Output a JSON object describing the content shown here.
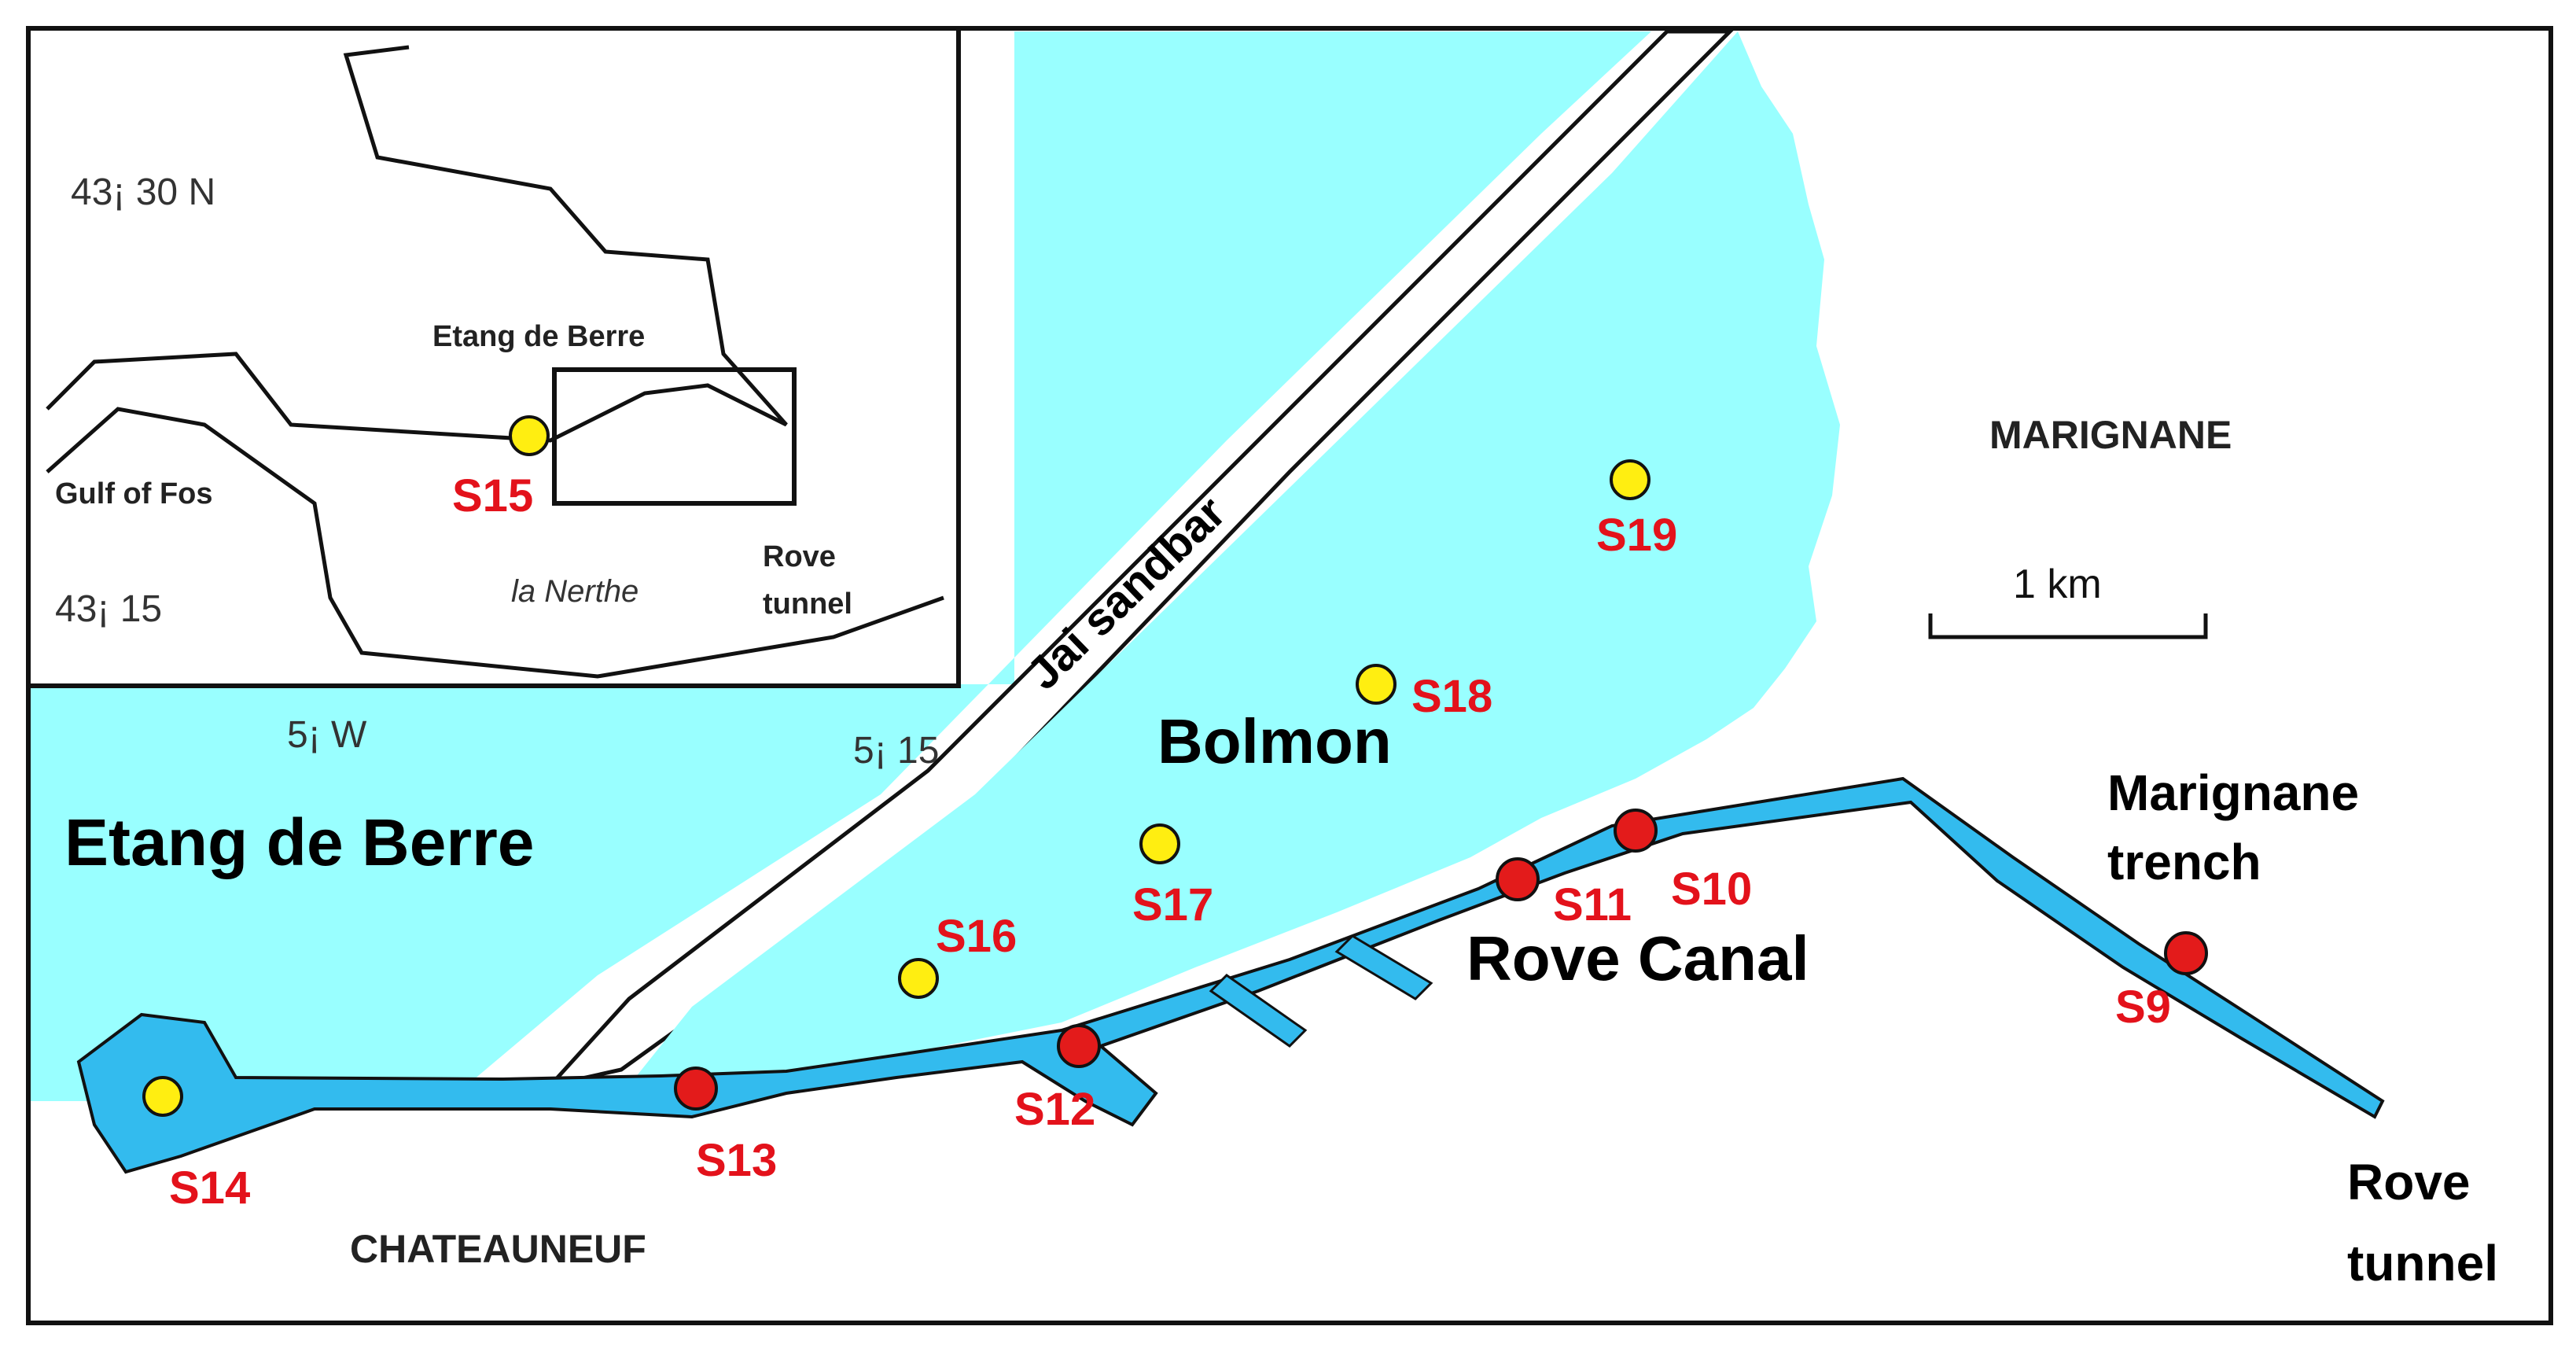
{
  "colors": {
    "water": "#99ffff",
    "canal": "#33bbee",
    "canal_dark": "#1a9ad6",
    "land": "#ffffff",
    "sample_red": "#e31b1b",
    "sample_yellow": "#ffee11",
    "label_red": "#e3121b",
    "outline": "#111111"
  },
  "labels": {
    "etang": "Etang de Berre",
    "bolmon": "Bolmon",
    "rove_canal": "Rove Canal",
    "jai": "Jai sandbar",
    "marignane_town": "MARIGNANE",
    "chateauneuf": "CHATEAUNEUF",
    "marignane_trench_1": "Marignane",
    "marignane_trench_2": "trench",
    "rove_tunnel_1": "Rove",
    "rove_tunnel_2": "tunnel",
    "scale": "1 km",
    "lon_w": "5¡ W",
    "lon_15": "5¡ 15"
  },
  "inset": {
    "lat_30": "43¡ 30 N",
    "lat_15": "43¡ 15",
    "etang": "Etang de Berre",
    "gulf": "Gulf of Fos",
    "nerthe": "la Nerthe",
    "rove_1": "Rove",
    "rove_2": "tunnel"
  },
  "samples": [
    {
      "id": "S9",
      "type": "red"
    },
    {
      "id": "S10",
      "type": "red"
    },
    {
      "id": "S11",
      "type": "red"
    },
    {
      "id": "S12",
      "type": "red"
    },
    {
      "id": "S13",
      "type": "red"
    },
    {
      "id": "S14",
      "type": "yellow"
    },
    {
      "id": "S15",
      "type": "yellow"
    },
    {
      "id": "S16",
      "type": "yellow"
    },
    {
      "id": "S17",
      "type": "yellow"
    },
    {
      "id": "S18",
      "type": "yellow"
    },
    {
      "id": "S19",
      "type": "yellow"
    }
  ]
}
